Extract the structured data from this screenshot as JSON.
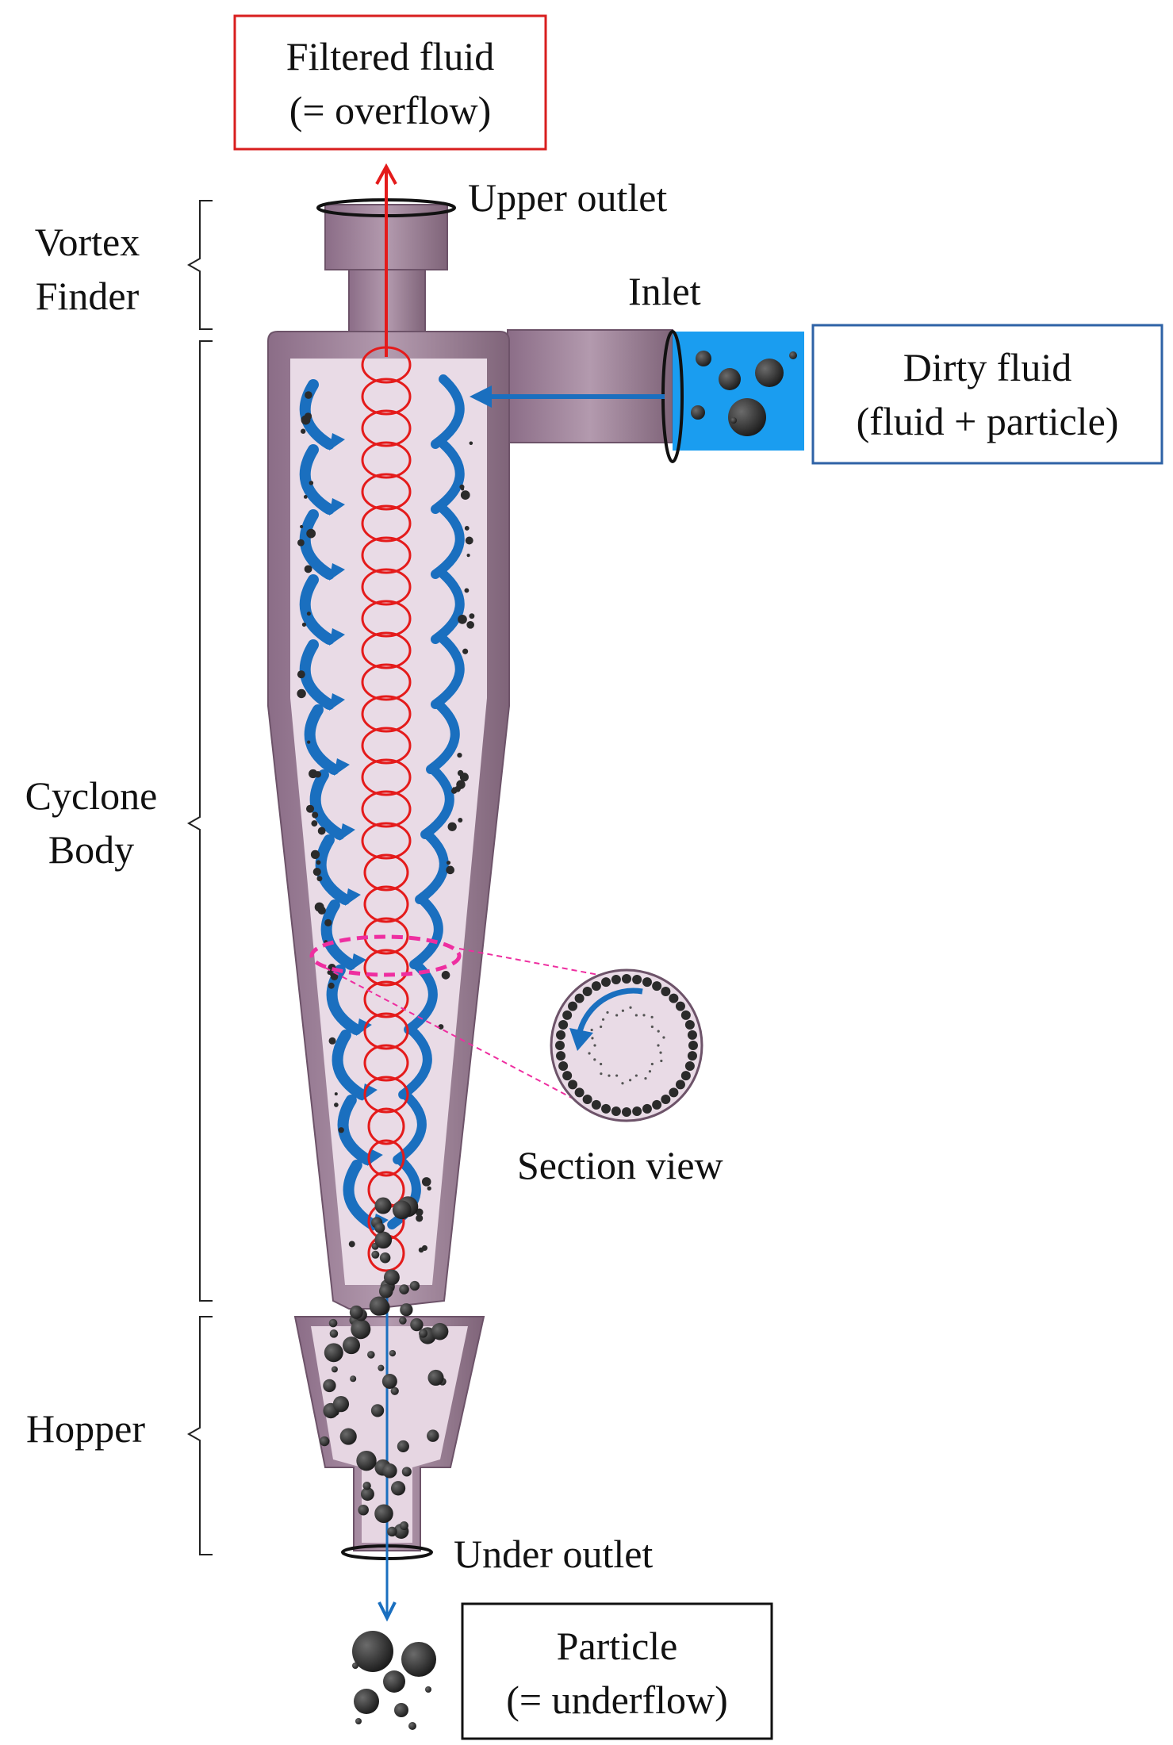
{
  "labels": {
    "filtered_line1": "Filtered fluid",
    "filtered_line2": "(= overflow)",
    "upper_outlet": "Upper outlet",
    "vortex_line1": "Vortex",
    "vortex_line2": "Finder",
    "inlet": "Inlet",
    "dirty_line1": "Dirty fluid",
    "dirty_line2": "(fluid + particle)",
    "cyclone_line1": "Cyclone",
    "cyclone_line2": "Body",
    "section_view": "Section view",
    "hopper": "Hopper",
    "under_outlet": "Under outlet",
    "particle_line1": "Particle",
    "particle_line2": "(= underflow)"
  },
  "colors": {
    "body": "#9d7f98",
    "body_dark": "#7b5f77",
    "body_inner": "#e9dbe6",
    "overflow": "#e41b1b",
    "swirl": "#1a6fbf",
    "inlet_fluid": "#1a9df0",
    "section_dash": "#ee2ea0",
    "particle": "#2b2b2b",
    "box_red": "#d81e1e",
    "box_blue": "#2e62a6",
    "box_black": "#111111"
  },
  "icons": [
    "upward-arrow-icon",
    "downward-arrow-icon",
    "inlet-arrow-icon",
    "section-rotation-arrow-icon"
  ]
}
